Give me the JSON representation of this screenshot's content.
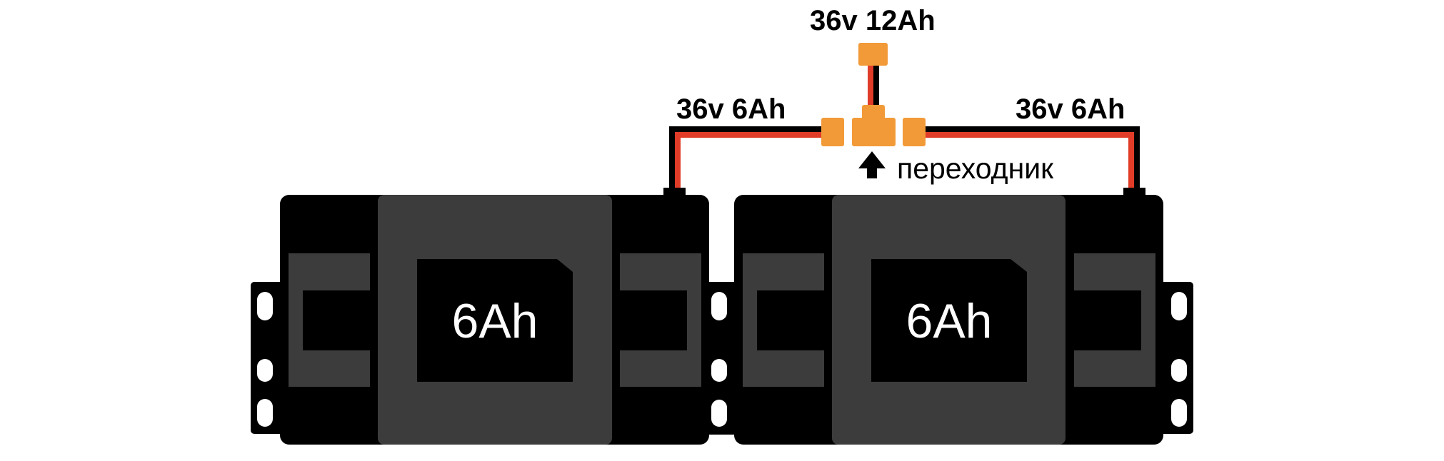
{
  "diagram": {
    "colors": {
      "battery_body": "#000000",
      "battery_panel": "#3c3c3c",
      "connector": "#f29a38",
      "wire_positive": "#e03c28",
      "wire_negative": "#000000",
      "capacity_text": "#ffffff"
    },
    "output_label": "36v 12Ah",
    "adapter_label": "переходник",
    "adapter_arrow_icon": "arrow-up-icon",
    "batteries": [
      {
        "id": "left",
        "capacity_label": "6Ah",
        "wire_label": "36v 6Ah"
      },
      {
        "id": "right",
        "capacity_label": "6Ah",
        "wire_label": "36v 6Ah"
      }
    ]
  }
}
